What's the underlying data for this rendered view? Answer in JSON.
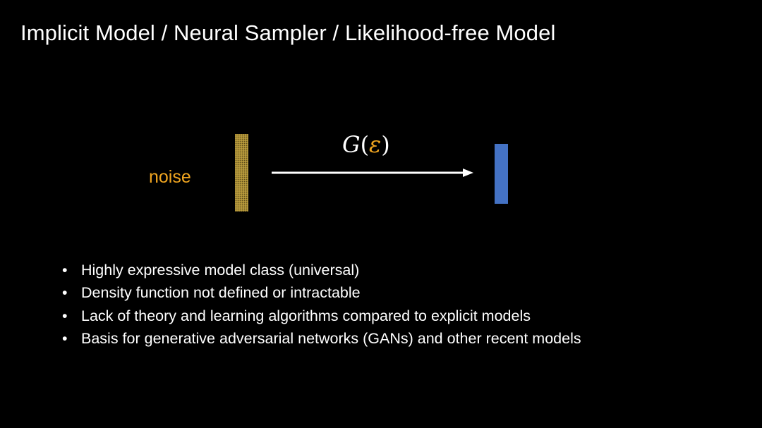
{
  "slide": {
    "title": "Implicit Model / Neural Sampler / Likelihood-free Model"
  },
  "diagram": {
    "input_label": "noise",
    "function_symbol": "G",
    "paren_open": "(",
    "function_argument": "ε",
    "paren_close": ")",
    "colors": {
      "input_label": "#f0a520",
      "epsilon": "#f0a520",
      "noise_bar": "#b79a3c",
      "output_bar": "#4472c4",
      "arrow": "#ffffff",
      "text": "#ffffff",
      "background": "#000000"
    }
  },
  "bullets": [
    "Highly expressive model class (universal)",
    "Density function not defined or intractable",
    "Lack of theory and learning algorithms compared to explicit models",
    "Basis for generative adversarial networks (GANs) and other recent models"
  ]
}
